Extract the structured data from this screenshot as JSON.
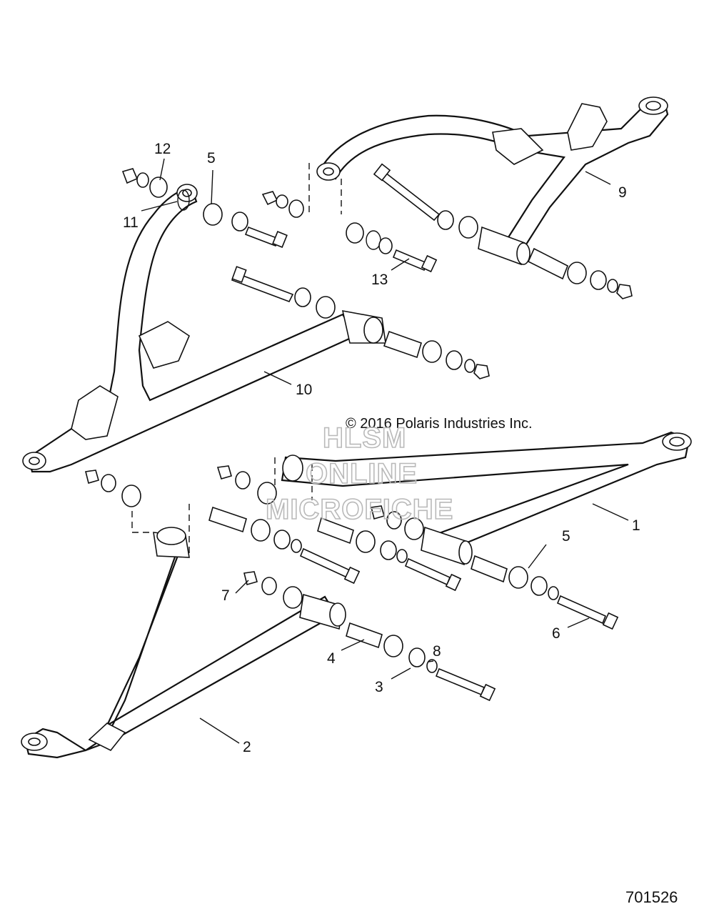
{
  "copyright": "© 2016 Polaris Industries Inc.",
  "watermark": {
    "line1": "HLSM",
    "line2": "ONLINE",
    "line3": "MICROFICHE"
  },
  "figure_number": "701526",
  "callouts": {
    "c1": "1",
    "c2": "2",
    "c3": "3",
    "c4": "4",
    "c5a": "5",
    "c5b": "5",
    "c6": "6",
    "c7": "7",
    "c8": "8",
    "c9": "9",
    "c10": "10",
    "c11": "11",
    "c12": "12",
    "c13": "13"
  }
}
